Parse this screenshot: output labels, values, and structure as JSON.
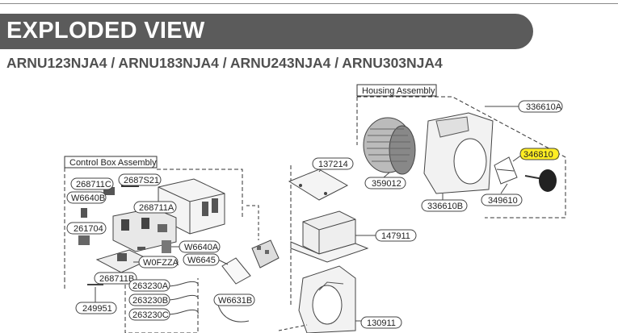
{
  "header": {
    "title": "EXPLODED VIEW",
    "models": "ARNU123NJA4 / ARNU183NJA4 / ARNU243NJA4 / ARNU303NJA4"
  },
  "groups": {
    "housing_assembly": "Housing Assembly",
    "control_box_assembly": "Control Box Assembly"
  },
  "parts": {
    "p336610A": "336610A",
    "p346810": "346810",
    "p359012": "359012",
    "p336610B": "336610B",
    "p349610": "349610",
    "p137214": "137214",
    "p147911": "147911",
    "p130911": "130911",
    "p268711C": "268711C",
    "p2687S21": "2687S21",
    "pW6640B": "W6640B",
    "p268711A": "268711A",
    "p261704": "261704",
    "pW6640A": "W6640A",
    "pW0FZZA": "W0FZZA",
    "pW6645": "W6645",
    "p268711B": "268711B",
    "p263230A": "263230A",
    "p263230B": "263230B",
    "p263230C": "263230C",
    "p249951": "249951",
    "pW6631B": "W6631B"
  },
  "highlight_color": "#ffee22"
}
